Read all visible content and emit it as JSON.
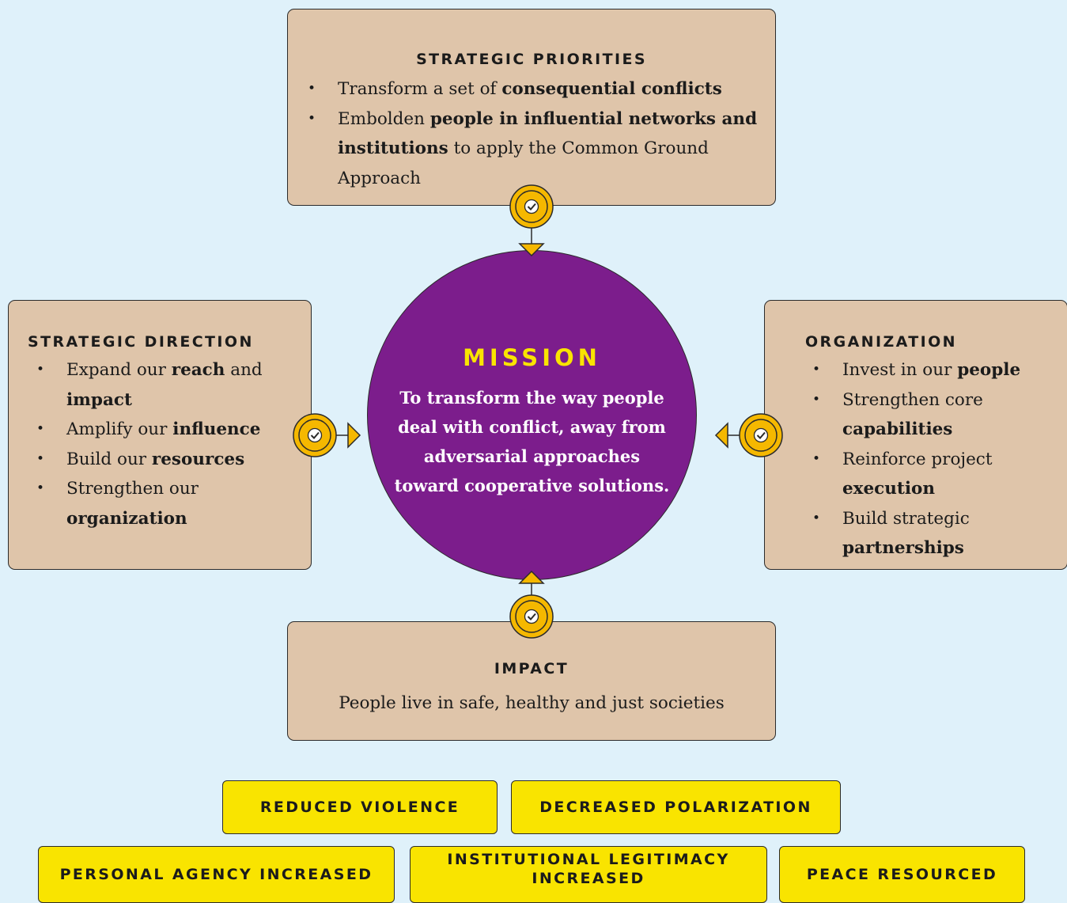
{
  "strategic_priorities": {
    "heading": "STRATEGIC PRIORITIES",
    "items": [
      {
        "pre": "Transform a set of ",
        "bold": "consequential conflicts",
        "post": ""
      },
      {
        "pre": "Embolden ",
        "bold": "people in influential networks and institutions",
        "post": " to apply the Common Ground Approach"
      }
    ]
  },
  "strategic_direction": {
    "heading": "STRATEGIC DIRECTION",
    "items": [
      {
        "pre": "Expand our ",
        "bold": "reach",
        "mid": " and ",
        "bold2": "impact"
      },
      {
        "pre": "Amplify our ",
        "bold": "influence",
        "mid": "",
        "bold2": ""
      },
      {
        "pre": "Build our ",
        "bold": "resources",
        "mid": "",
        "bold2": ""
      },
      {
        "pre": "Strengthen our ",
        "bold": "organization",
        "mid": "",
        "bold2": ""
      }
    ]
  },
  "organization": {
    "heading": "ORGANIZATION",
    "items": [
      {
        "pre": "Invest in our ",
        "bold": "people"
      },
      {
        "pre": "Strengthen core ",
        "bold": "capabilities"
      },
      {
        "pre": "Reinforce project ",
        "bold": "execution"
      },
      {
        "pre": "Build strategic ",
        "bold": "partnerships"
      }
    ]
  },
  "mission": {
    "title": "MISSION",
    "text": "To transform the way people deal with conflict, away from adversarial approaches toward cooperative solutions."
  },
  "impact": {
    "heading": "IMPACT",
    "text": "People live in safe, healthy and just societies"
  },
  "outcomes": [
    "REDUCED VIOLENCE",
    "DECREASED POLARIZATION",
    "PERSONAL AGENCY INCREASED",
    "INSTITUTIONAL LEGITIMACY INCREASED",
    "PEACE RESOURCED"
  ],
  "colors": {
    "background": "#dff1fa",
    "box_fill": "#dfc5aa",
    "mission_fill": "#7c1d8c",
    "mission_title": "#f9e400",
    "badge_fill": "#f5b800",
    "pill_fill": "#f9e400"
  },
  "icons": {
    "connector_badge": "check-badge-icon",
    "arrowhead": "triangle-arrow-icon"
  }
}
